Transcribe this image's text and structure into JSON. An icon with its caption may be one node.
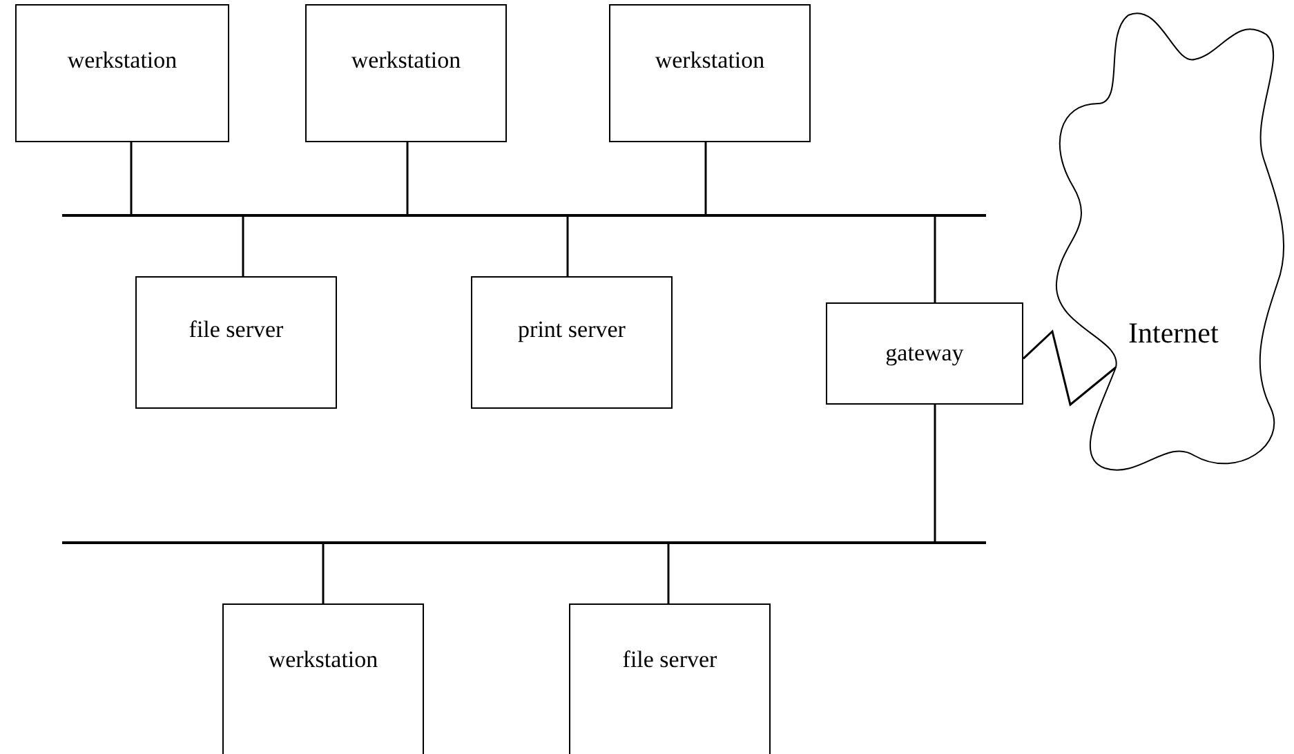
{
  "diagram": {
    "nodes": [
      {
        "text": [
          "werkstation"
        ]
      },
      {
        "text": [
          "werkstation"
        ]
      },
      {
        "text": [
          "werkstation"
        ]
      },
      {
        "text": [],
        "shape": "bar"
      },
      {
        "text": [
          "file server"
        ]
      },
      {
        "text": [
          "print server"
        ]
      },
      {
        "text": [
          "gateway"
        ]
      },
      {
        "text": [
          "Internet"
        ]
      },
      {
        "text": [],
        "shape": "bar"
      },
      {
        "text": [
          "werkstation"
        ]
      },
      {
        "text": [
          "file server"
        ]
      }
    ],
    "edges": [
      {
        "from": 0,
        "to": 3,
        "arrow": "none"
      },
      {
        "from": 1,
        "to": 3,
        "arrow": "none"
      },
      {
        "from": 2,
        "to": 3,
        "arrow": "none"
      },
      {
        "from": 3,
        "to": 4,
        "arrow": "none"
      },
      {
        "from": 3,
        "to": 5,
        "arrow": "none"
      },
      {
        "from": 3,
        "to": 6,
        "arrow": "none"
      },
      {
        "from": 6,
        "to": 8,
        "arrow": "none"
      },
      {
        "from": 6,
        "to": 7,
        "arrow": "none"
      },
      {
        "from": 8,
        "to": 9,
        "arrow": "none"
      },
      {
        "from": 8,
        "to": 10,
        "arrow": "none"
      }
    ]
  }
}
